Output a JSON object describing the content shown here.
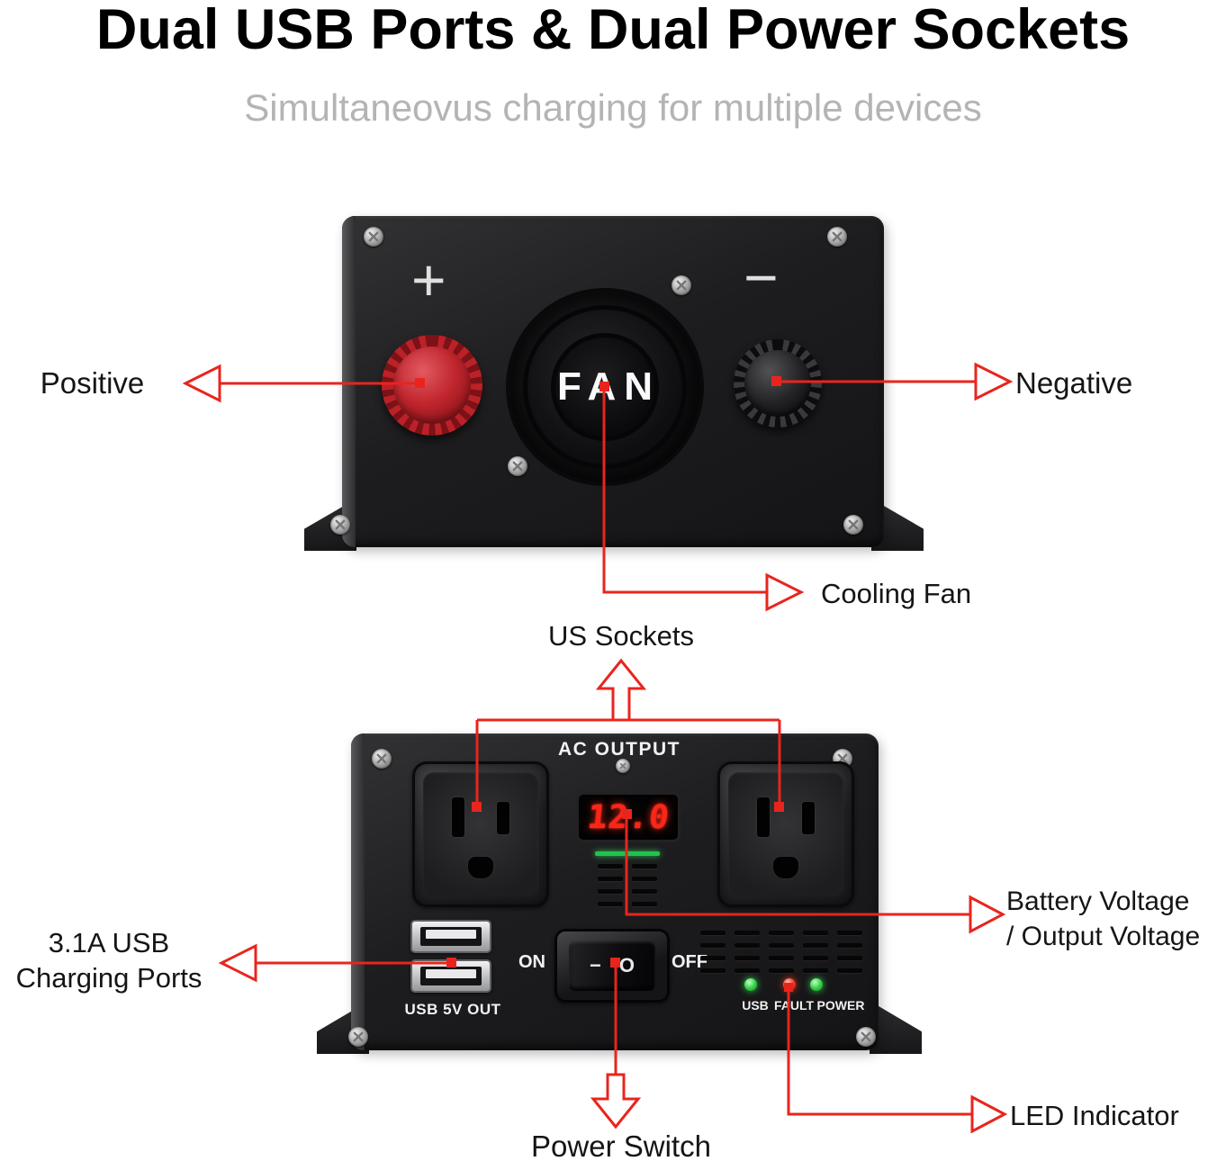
{
  "header": {
    "title": "Dual USB Ports & Dual Power Sockets",
    "subtitle": "Simultaneovus charging for multiple devices"
  },
  "front": {
    "plus_symbol": "+",
    "minus_symbol": "−",
    "fan_label": "FAN"
  },
  "back": {
    "ac_output_label": "AC OUTPUT",
    "display_value": "12.0",
    "usb_out_label": "USB 5V OUT",
    "on_label": "ON",
    "off_label": "OFF",
    "rocker_on_symbol": "−",
    "rocker_off_symbol": "O",
    "led_labels": [
      "USB",
      "FAULT",
      "POWER"
    ]
  },
  "labels": {
    "positive": "Positive",
    "negative": "Negative",
    "cooling_fan": "Cooling Fan",
    "us_sockets": "US Sockets",
    "battery_voltage_line1": "Battery Voltage",
    "battery_voltage_line2": "/ Output Voltage",
    "usb_charging_line1": "3.1A USB",
    "usb_charging_line2": "Charging Ports",
    "power_switch": "Power Switch",
    "led_indicator": "LED Indicator"
  },
  "colors": {
    "accent_red": "#e8251d",
    "display_red": "#ff2418",
    "led_green": "#37d348"
  }
}
